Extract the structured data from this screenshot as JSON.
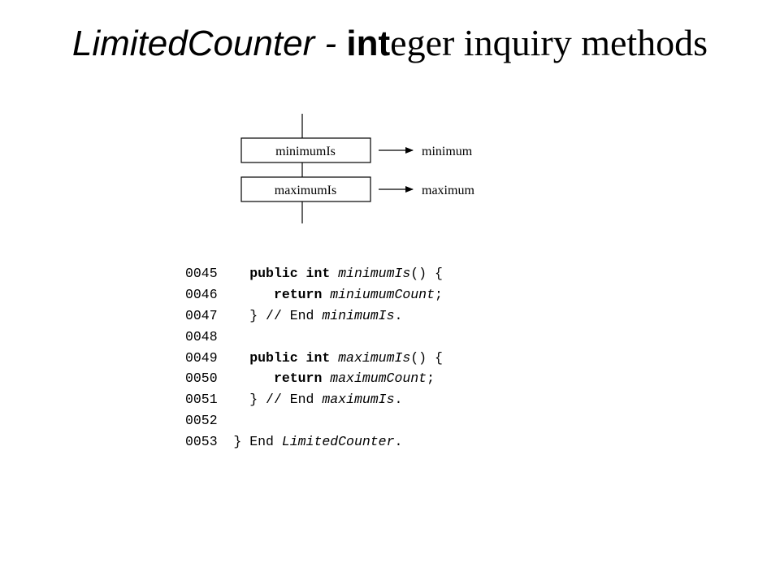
{
  "title": {
    "part1": "LimitedCounter - ",
    "part2": "int",
    "part3": "eger inquiry methods"
  },
  "diagram": {
    "methods": [
      {
        "name": "minimumIs",
        "returns": "minimum"
      },
      {
        "name": "maximumIs",
        "returns": "maximum"
      }
    ]
  },
  "code": {
    "lines": [
      {
        "num": "0045",
        "indent": "   ",
        "kw": "public int ",
        "name": "minimumIs",
        "rest": "() {"
      },
      {
        "num": "0046",
        "indent": "      ",
        "kw": "return ",
        "name": "miniumumCount",
        "rest": ";"
      },
      {
        "num": "0047",
        "indent": "   ",
        "kw": "",
        "pre": "} // End ",
        "name": "minimumIs",
        "rest": "."
      },
      {
        "num": "0048",
        "indent": "",
        "kw": "",
        "name": "",
        "rest": ""
      },
      {
        "num": "0049",
        "indent": "   ",
        "kw": "public int ",
        "name": "maximumIs",
        "rest": "() {"
      },
      {
        "num": "0050",
        "indent": "      ",
        "kw": "return ",
        "name": "maximumCount",
        "rest": ";"
      },
      {
        "num": "0051",
        "indent": "   ",
        "kw": "",
        "pre": "} // End ",
        "name": "maximumIs",
        "rest": "."
      },
      {
        "num": "0052",
        "indent": "",
        "kw": "",
        "name": "",
        "rest": ""
      },
      {
        "num": "0053",
        "indent": " ",
        "kw": "",
        "pre": "} End ",
        "name": "LimitedCounter",
        "rest": "."
      }
    ]
  }
}
